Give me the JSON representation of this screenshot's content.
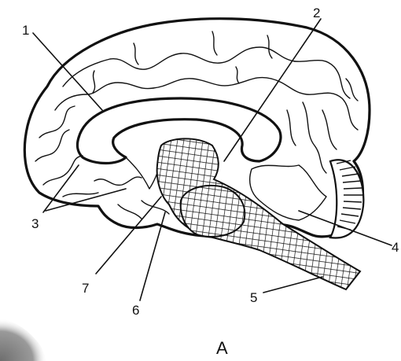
{
  "figure": {
    "caption": "A",
    "labels": [
      "1",
      "2",
      "3",
      "4",
      "5",
      "6",
      "7"
    ]
  },
  "colors": {
    "ink": "#111111",
    "background": "#ffffff",
    "corner_shade": "#8a8a8a"
  }
}
